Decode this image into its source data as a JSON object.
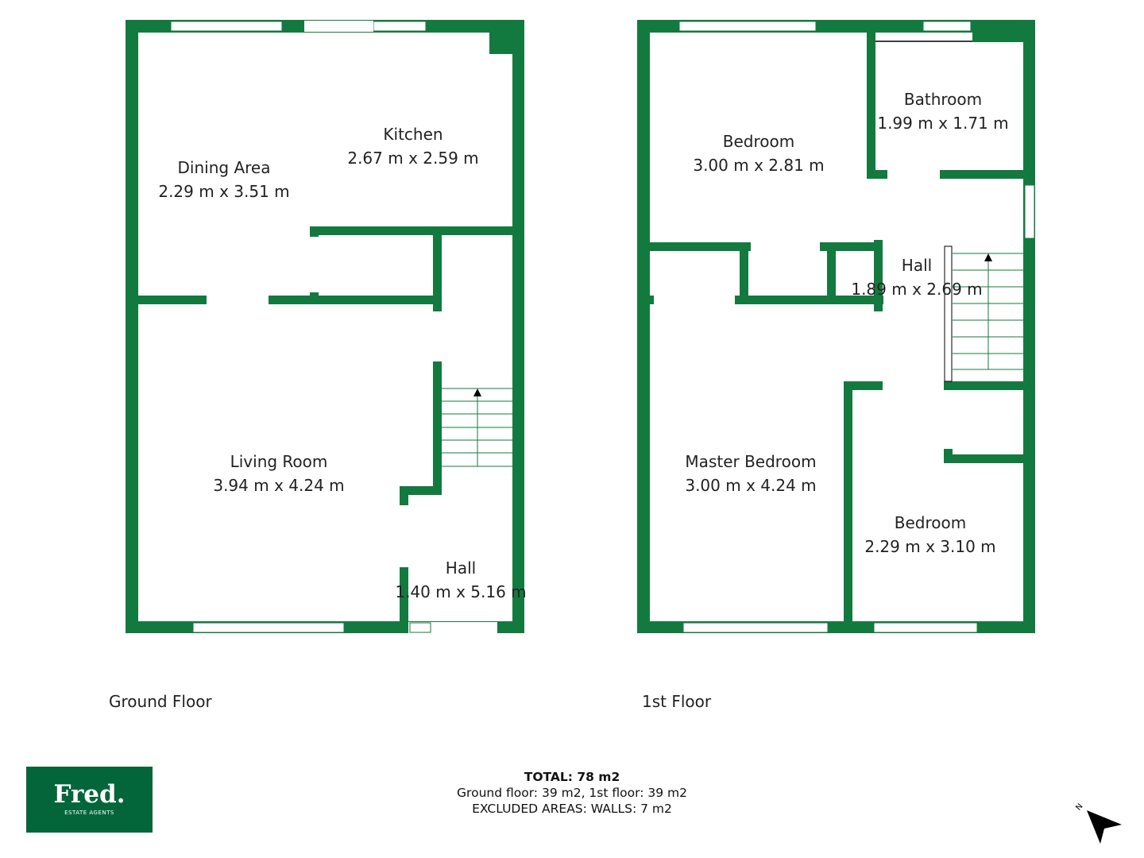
{
  "colors": {
    "wall": "#137a3f",
    "logo_bg": "#03663b"
  },
  "ground_floor": {
    "label": "Ground Floor",
    "rooms": [
      {
        "name": "Dining Area",
        "size": "2.29 m x 3.51 m"
      },
      {
        "name": "Kitchen",
        "size": "2.67 m x 2.59 m"
      },
      {
        "name": "Living Room",
        "size": "3.94 m x 4.24 m"
      },
      {
        "name": "Hall",
        "size": "1.40 m x 5.16 m"
      }
    ]
  },
  "first_floor": {
    "label": "1st Floor",
    "rooms": [
      {
        "name": "Bedroom",
        "size": "3.00 m x 2.81 m"
      },
      {
        "name": "Bathroom",
        "size": "1.99 m x 1.71 m"
      },
      {
        "name": "Hall",
        "size": "1.89 m x 2.69 m"
      },
      {
        "name": "Master Bedroom",
        "size": "3.00 m x 4.24 m"
      },
      {
        "name": "Bedroom",
        "size": "2.29 m x 3.10 m"
      }
    ]
  },
  "totals": {
    "total": "TOTAL: 78 m2",
    "floors": "Ground floor: 39 m2, 1st floor: 39 m2",
    "excluded": "EXCLUDED AREAS: WALLS: 7 m2"
  },
  "logo": {
    "name": "Fred.",
    "sub": "ESTATE AGENTS"
  },
  "compass": {
    "label": "N",
    "icon": "north-arrow-icon"
  }
}
